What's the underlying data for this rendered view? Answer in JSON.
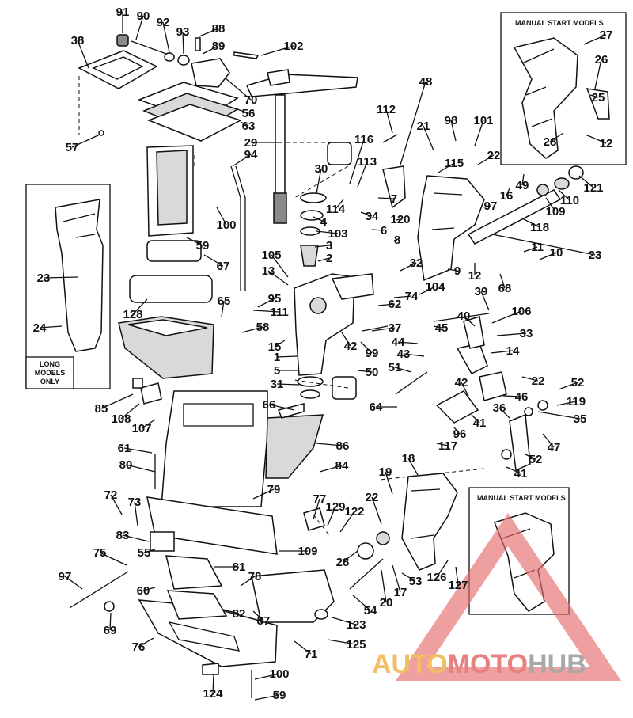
{
  "boxes": {
    "manual_start_top": "MANUAL START MODELS",
    "manual_start_bottom": "MANUAL START MODELS",
    "long_models": [
      "LONG",
      "MODELS",
      "ONLY"
    ]
  },
  "watermark": {
    "text_a": "AUTO",
    "text_b": "MOTO",
    "text_c": "HUB",
    "color_a": "#f0b24a",
    "color_b": "#e46b6b",
    "color_c": "#9a9a9a"
  },
  "callouts": [
    "91",
    "90",
    "92",
    "93",
    "88",
    "89",
    "102",
    "38",
    "70",
    "56",
    "63",
    "57",
    "29",
    "94",
    "112",
    "48",
    "98",
    "101",
    "21",
    "22",
    "116",
    "113",
    "115",
    "30",
    "114",
    "100",
    "59",
    "67",
    "128",
    "65",
    "95",
    "111",
    "58",
    "105",
    "13",
    "15",
    "1",
    "5",
    "31",
    "4",
    "103",
    "3",
    "2",
    "34",
    "7",
    "6",
    "120",
    "8",
    "97",
    "16",
    "49",
    "109",
    "110",
    "121",
    "118",
    "23",
    "11",
    "10",
    "9",
    "12",
    "68",
    "32",
    "74",
    "62",
    "104",
    "39",
    "40",
    "106",
    "45",
    "33",
    "37",
    "44",
    "99",
    "43",
    "14",
    "51",
    "50",
    "42",
    "22",
    "52",
    "119",
    "35",
    "36",
    "47",
    "52",
    "41",
    "46",
    "41",
    "42",
    "96",
    "117",
    "64",
    "66",
    "86",
    "84",
    "85",
    "108",
    "107",
    "61",
    "80",
    "79",
    "72",
    "73",
    "83",
    "55",
    "75",
    "97",
    "60",
    "69",
    "82",
    "81",
    "78",
    "87",
    "123",
    "125",
    "71",
    "76",
    "77",
    "129",
    "122",
    "109",
    "28",
    "22",
    "18",
    "19",
    "17",
    "20",
    "54",
    "53",
    "126",
    "127",
    "124",
    "100",
    "59",
    "23",
    "24",
    "27",
    "26",
    "25",
    "28",
    "12"
  ]
}
